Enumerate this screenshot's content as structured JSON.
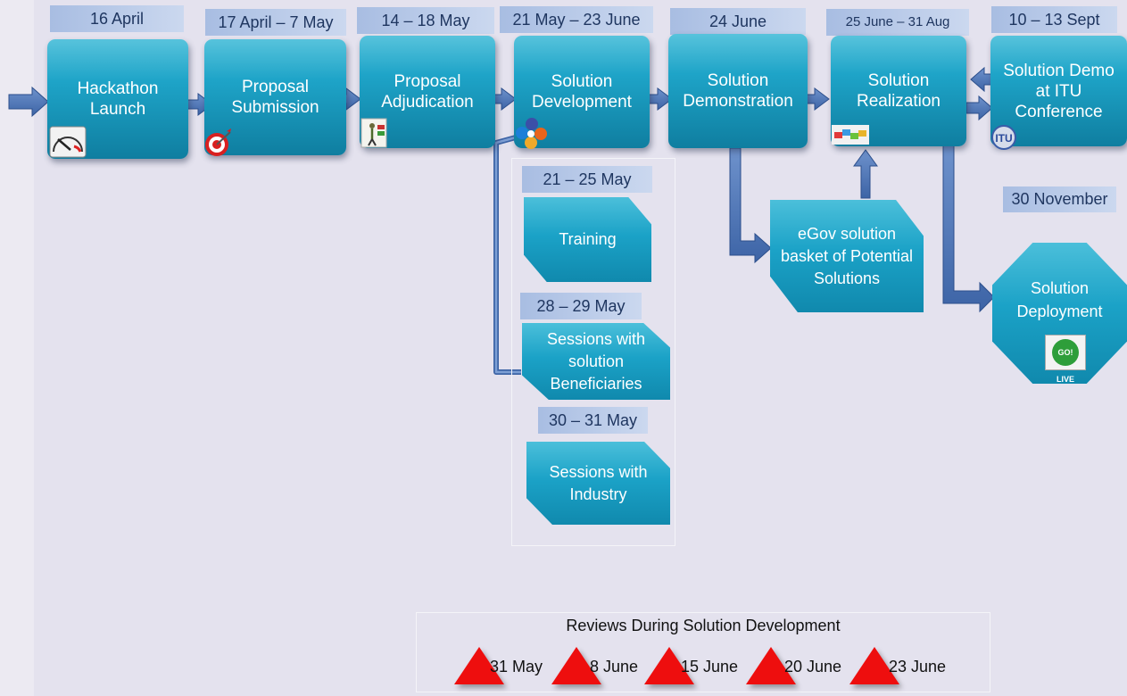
{
  "timeline": {
    "stages": [
      {
        "date": "16 April",
        "label": "Hackathon Launch",
        "icon": "speedometer-icon"
      },
      {
        "date": "17 April – 7 May",
        "label": "Proposal Submission",
        "icon": "target-icon"
      },
      {
        "date": "14 – 18 May",
        "label": "Proposal Adjudication",
        "icon": "presenter-icon"
      },
      {
        "date": "21 May  – 23 June",
        "label": "Solution Development",
        "icon": "app-cluster-icon"
      },
      {
        "date": "24 June",
        "label": "Solution Demonstration",
        "icon": ""
      },
      {
        "date": "25 June  – 31 Aug",
        "label": "Solution Realization",
        "icon": "building-blocks-icon"
      },
      {
        "date": "10 – 13 Sept",
        "label": "Solution Demo at ITU Conference",
        "icon": "itu-logo-icon"
      }
    ]
  },
  "development_activities": [
    {
      "date": "21 – 25 May",
      "label": "Training"
    },
    {
      "date": "28 – 29  May",
      "label": "Sessions with solution Beneficiaries"
    },
    {
      "date": "30 – 31 May",
      "label": "Sessions with Industry"
    }
  ],
  "egov_basket": {
    "label": "eGov solution basket of Potential Solutions"
  },
  "deployment": {
    "date": "30 November",
    "label": "Solution Deployment",
    "badge": "GO! LIVE",
    "icon": "go-live-icon"
  },
  "reviews": {
    "title": "Reviews During Solution Development",
    "dates": [
      "31 May",
      "8 June",
      "15 June",
      "20 June",
      "23 June"
    ]
  },
  "colors": {
    "stage_fill": "#1ea4c8",
    "date_label_fill": "#b8c9e8",
    "arrow": "#4a73b5",
    "review_marker": "#ee0e0e",
    "background": "#e4e2ee"
  }
}
